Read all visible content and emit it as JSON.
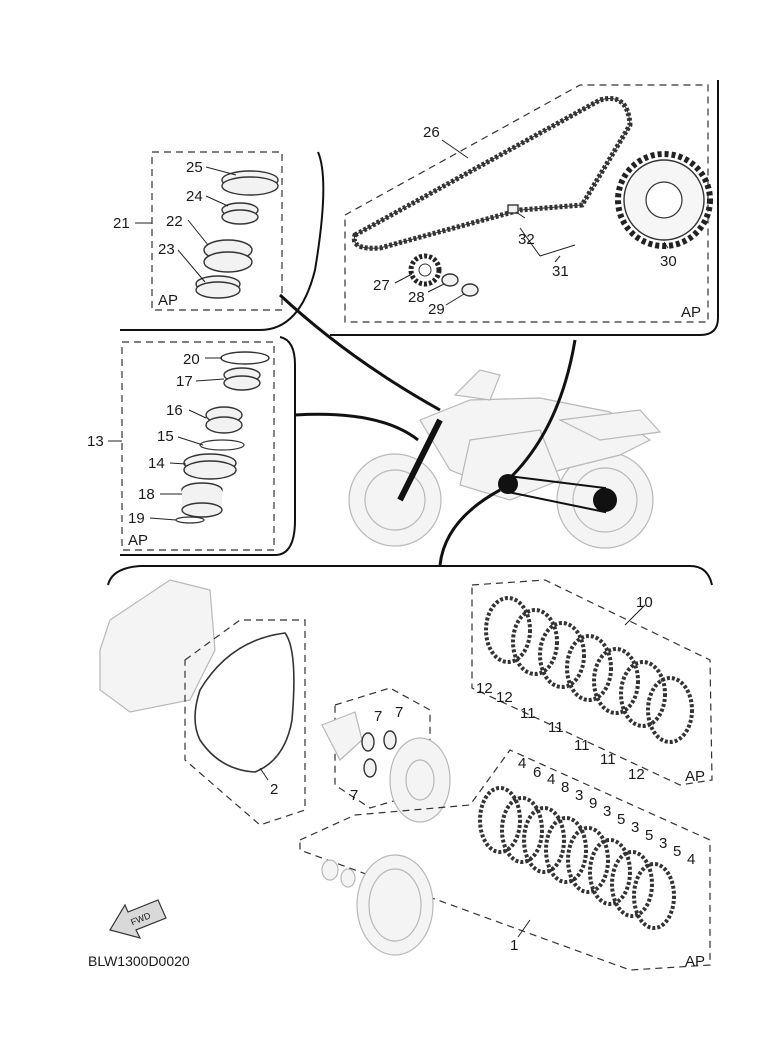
{
  "diagram_code": "BLW1300D0020",
  "fwd_label": "FWD",
  "ap_label": "AP",
  "labels": {
    "p1": "1",
    "p2": "2",
    "p3": "3",
    "p4": "4",
    "p5": "5",
    "p6": "6",
    "p7": "7",
    "p8": "8",
    "p9": "9",
    "p10": "10",
    "p11": "11",
    "p12": "12",
    "p13": "13",
    "p14": "14",
    "p15": "15",
    "p16": "16",
    "p17": "17",
    "p18": "18",
    "p19": "19",
    "p20": "20",
    "p21": "21",
    "p22": "22",
    "p23": "23",
    "p24": "24",
    "p25": "25",
    "p26": "26",
    "p27": "27",
    "p28": "28",
    "p29": "29",
    "p30": "30",
    "p31": "31",
    "p32": "32"
  }
}
